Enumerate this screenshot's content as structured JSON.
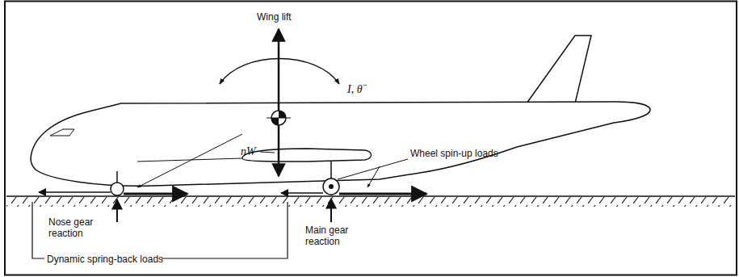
{
  "diagram": {
    "labels": [
      "Wing lift",
      "I, θ̈",
      "nW",
      "Wheel spin-up loads",
      "Nose gear reaction",
      "Main gear reaction",
      "Dynamic spring-back loads"
    ]
  }
}
